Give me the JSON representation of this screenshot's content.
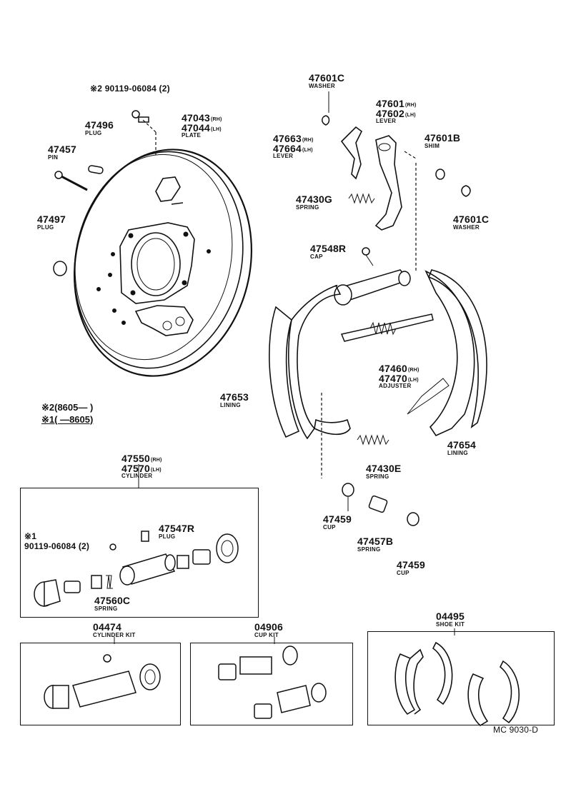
{
  "parts": {
    "p90119_top": {
      "mark": "※2",
      "num": "90119-06084",
      "qty": "(2)"
    },
    "p47496": {
      "num": "47496",
      "sub": "PLUG"
    },
    "p47043": {
      "num1": "47043",
      "side1": "(RH)",
      "num2": "47044",
      "side2": "(LH)",
      "sub": "PLATE"
    },
    "p47457": {
      "num": "47457",
      "sub": "PIN"
    },
    "p47497": {
      "num": "47497",
      "sub": "PLUG"
    },
    "p47601C_top": {
      "num": "47601C",
      "sub": "WASHER"
    },
    "p47601": {
      "num1": "47601",
      "side1": "(RH)",
      "num2": "47602",
      "side2": "(LH)",
      "sub": "LEVER"
    },
    "p47663": {
      "num1": "47663",
      "side1": "(RH)",
      "num2": "47664",
      "side2": "(LH)",
      "sub": "LEVER"
    },
    "p47601B": {
      "num": "47601B",
      "sub": "SHIM"
    },
    "p47430G": {
      "num": "47430G",
      "sub": "SPRING"
    },
    "p47601C_right": {
      "num": "47601C",
      "sub": "WASHER"
    },
    "p47548R": {
      "num": "47548R",
      "sub": "CAP"
    },
    "p47460": {
      "num1": "47460",
      "side1": "(RH)",
      "num2": "47470",
      "side2": "(LH)",
      "sub": "ADJUSTER"
    },
    "p47653": {
      "num": "47653",
      "sub": "LINING"
    },
    "p47654": {
      "num": "47654",
      "sub": "LINING"
    },
    "p47430E": {
      "num": "47430E",
      "sub": "SPRING"
    },
    "p47459_left": {
      "num": "47459",
      "sub": "CUP"
    },
    "p47457B": {
      "num": "47457B",
      "sub": "SPRING"
    },
    "p47459_right": {
      "num": "47459",
      "sub": "CUP"
    },
    "p47550": {
      "num1": "47550",
      "side1": "(RH)",
      "num2": "47570",
      "side2": "(LH)",
      "sub": "CYLINDER"
    },
    "p47547R": {
      "num": "47547R",
      "sub": "PLUG"
    },
    "p90119_box": {
      "mark": "※1",
      "num": "90119-06084",
      "qty": "(2)"
    },
    "p47560C": {
      "num": "47560C",
      "sub": "SPRING"
    },
    "p04474": {
      "num": "04474",
      "sub": "CYLINDER KIT"
    },
    "p04906": {
      "num": "04906",
      "sub": "CUP KIT"
    },
    "p04495": {
      "num": "04495",
      "sub": "SHOE KIT"
    }
  },
  "notes": {
    "line1": "※2(8605—        )",
    "line2": "※1(        —8605)"
  },
  "code": "MC 9030-D"
}
